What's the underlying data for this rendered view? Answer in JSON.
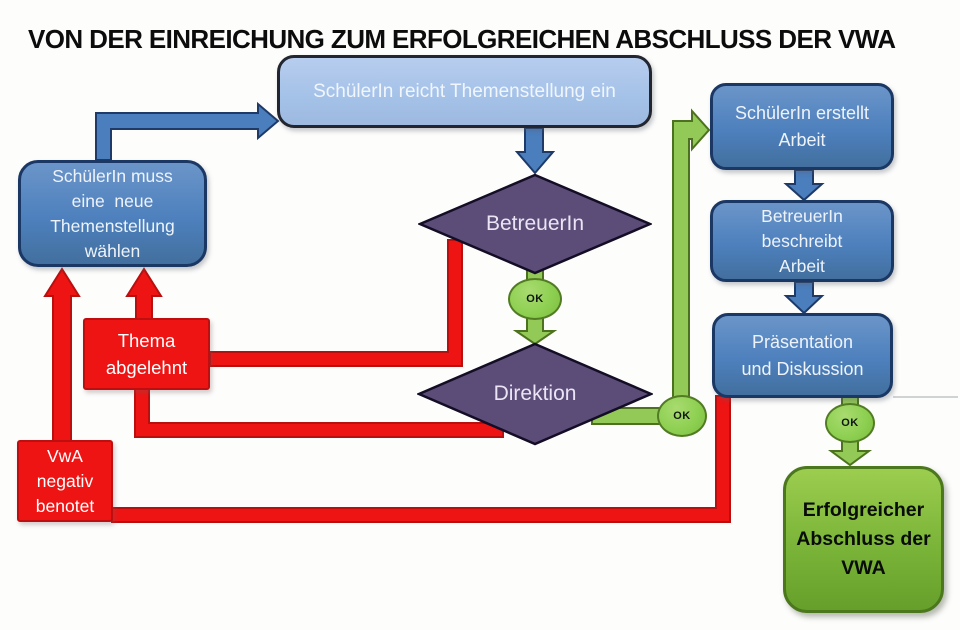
{
  "title": "VON DER EINREICHUNG ZUM ERFOLGREICHEN ABSCHLUSS DER VWA",
  "colors": {
    "light_blue_box": "#a5c2e8",
    "blue_box": "#4d80bd",
    "blue_arrow": "#4a7ebc",
    "purple_diamond": "#5c4d78",
    "green_node": "#8ed052",
    "green_arrow": "#92c957",
    "red_path": "#ee1414",
    "final_green_box": "#7ab438"
  },
  "nodes": {
    "submit": {
      "label": "SchülerIn reicht Themenstellung ein",
      "shape": "rounded-box"
    },
    "choose_new": {
      "label": "SchülerIn muss\neine  neue\nThemenstellung\nwählen",
      "shape": "rounded-box"
    },
    "betreuer": {
      "label": "BetreuerIn",
      "shape": "diamond"
    },
    "ok_betreuer": {
      "label": "OK",
      "shape": "ellipse"
    },
    "direktion": {
      "label": "Direktion",
      "shape": "diamond"
    },
    "ok_direktion": {
      "label": "OK",
      "shape": "ellipse"
    },
    "thema_abgelehnt": {
      "label": "Thema\nabgelehnt",
      "shape": "box"
    },
    "vwa_negativ": {
      "label": "VwA\nnegativ\nbenotet",
      "shape": "box"
    },
    "erstellt": {
      "label": "SchülerIn erstellt\nArbeit",
      "shape": "rounded-box"
    },
    "beschreibt": {
      "label": "BetreuerIn\nbeschreibt\nArbeit",
      "shape": "rounded-box"
    },
    "praesentation": {
      "label": "Präsentation\nund Diskussion",
      "shape": "rounded-box"
    },
    "ok_praesentation": {
      "label": "OK",
      "shape": "ellipse"
    },
    "abschluss": {
      "label": "Erfolgreicher\nAbschluss der\nVWA",
      "shape": "rounded-box"
    }
  },
  "edges": [
    {
      "from": "choose_new",
      "to": "submit",
      "color": "blue"
    },
    {
      "from": "submit",
      "to": "betreuer",
      "color": "blue"
    },
    {
      "from": "betreuer",
      "to": "direktion",
      "via": "ok_betreuer",
      "color": "green"
    },
    {
      "from": "direktion",
      "to": "erstellt",
      "via": "ok_direktion",
      "color": "green"
    },
    {
      "from": "erstellt",
      "to": "beschreibt",
      "color": "blue"
    },
    {
      "from": "beschreibt",
      "to": "praesentation",
      "color": "blue"
    },
    {
      "from": "praesentation",
      "to": "abschluss",
      "via": "ok_praesentation",
      "color": "green"
    },
    {
      "from": "betreuer",
      "to": "thema_abgelehnt",
      "color": "red"
    },
    {
      "from": "direktion",
      "to": "thema_abgelehnt",
      "color": "red"
    },
    {
      "from": "thema_abgelehnt",
      "to": "choose_new",
      "color": "red"
    },
    {
      "from": "praesentation",
      "to": "vwa_negativ",
      "color": "red"
    },
    {
      "from": "vwa_negativ",
      "to": "choose_new",
      "color": "red"
    }
  ]
}
